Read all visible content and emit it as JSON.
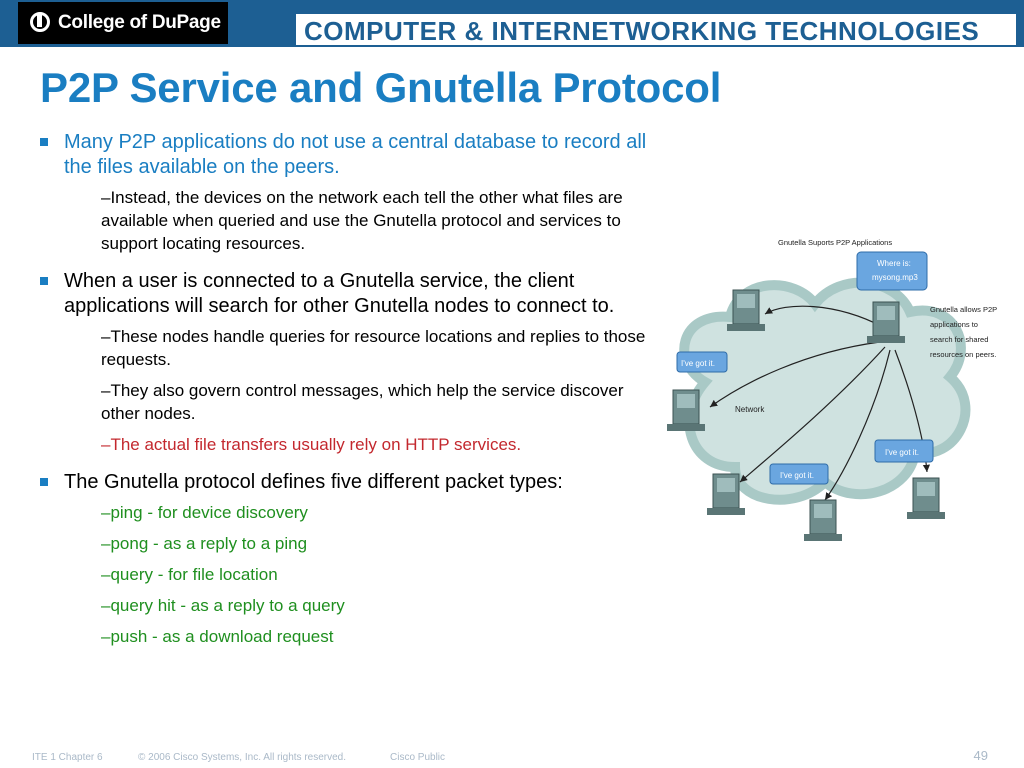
{
  "header": {
    "logo": "College of DuPage",
    "banner": "COMPUTER & INTERNETWORKING TECHNOLOGIES"
  },
  "slide": {
    "title": "P2P Service and Gnutella Protocol"
  },
  "bullets": [
    {
      "text": "Many P2P applications do not use a central database to record all the files available on the peers.",
      "color": "#1a7ec2",
      "subs": [
        {
          "text": "–Instead, the devices on the network each tell the other what files are available when queried and use the Gnutella protocol and services to support locating resources.",
          "color": "#000000"
        }
      ]
    },
    {
      "text": "When a user is connected to a Gnutella service, the client applications will search for other Gnutella nodes to connect to.",
      "color": "#000000",
      "subs": [
        {
          "text": "–These nodes handle queries for resource locations and replies to those requests.",
          "color": "#000000"
        },
        {
          "text": "–They also govern control messages, which help the service discover other nodes.",
          "color": "#000000"
        },
        {
          "text": "–The actual file transfers usually rely on HTTP services.",
          "color": "#c3282e"
        }
      ]
    },
    {
      "text": "The Gnutella protocol defines five different packet types:",
      "color": "#000000",
      "subs": [
        {
          "text": "–ping - for device discovery",
          "color": "#1f8f1f"
        },
        {
          "text": "–pong - as a reply to a ping",
          "color": "#1f8f1f"
        },
        {
          "text": "–query - for file location",
          "color": "#1f8f1f"
        },
        {
          "text": "–query hit - as a reply to a query",
          "color": "#1f8f1f"
        },
        {
          "text": "–push - as a download request",
          "color": "#1f8f1f"
        }
      ]
    }
  ],
  "diagram": {
    "title": "Gnutella Suports P2P Applications",
    "network_label": "Network",
    "where_line1": "Where is:",
    "where_line2": "mysong.mp3",
    "got_it_1": "I've got it.",
    "got_it_2": "I've got it.",
    "got_it_3": "I've got it.",
    "note_lines": [
      "Gnutella allows P2P",
      "applications to",
      "search for shared",
      "resources on peers."
    ]
  },
  "footer": {
    "course": "ITE 1 Chapter 6",
    "copyright": "© 2006 Cisco Systems, Inc. All rights reserved.",
    "classification": "Cisco Public",
    "page": "49"
  }
}
